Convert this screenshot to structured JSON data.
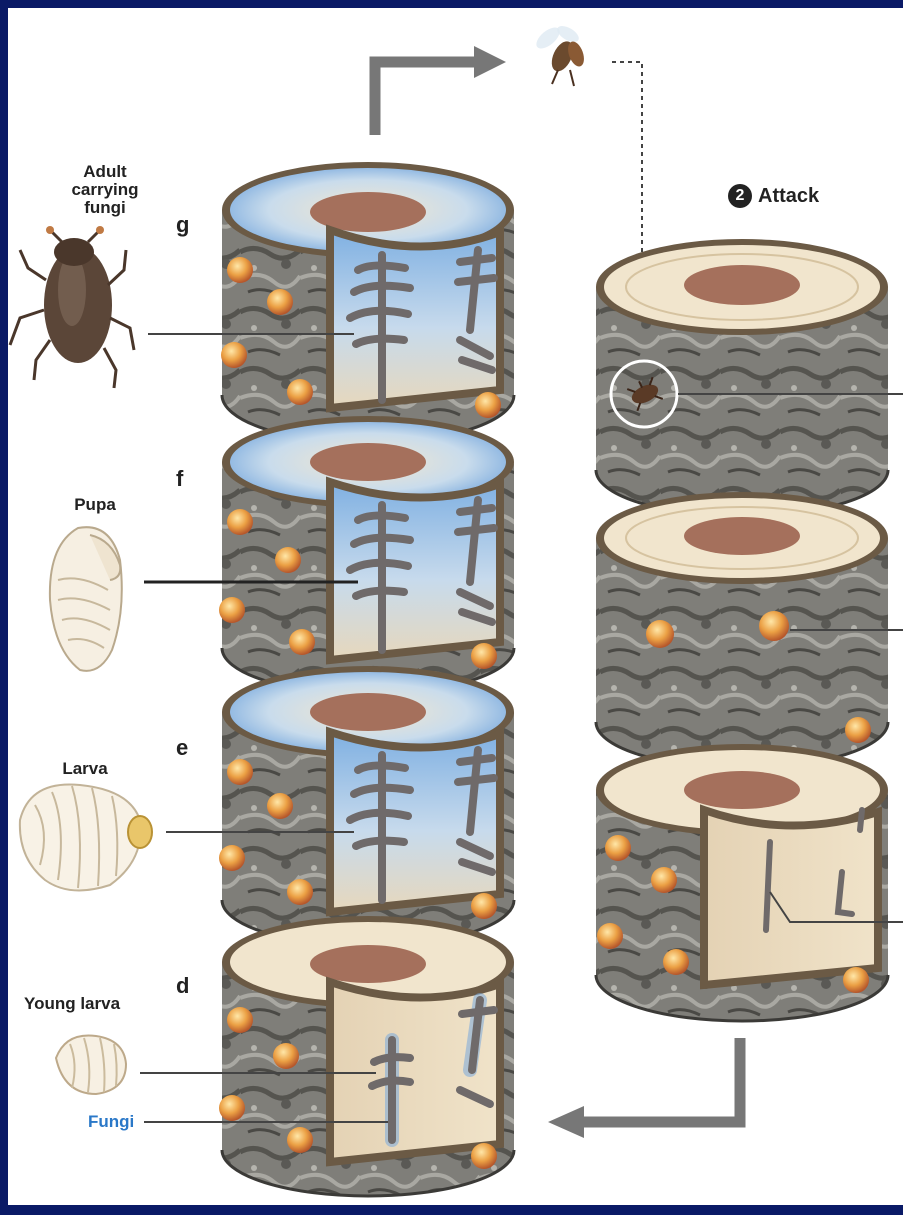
{
  "labels": {
    "adult": "Adult carrying fungi",
    "pupa": "Pupa",
    "larva": "Larva",
    "young_larva": "Young larva",
    "fungi": "Fungi",
    "attack_number": "2",
    "attack": "Attack",
    "stage_g": "g",
    "stage_f": "f",
    "stage_e": "e",
    "stage_d": "d"
  },
  "colors": {
    "frame": "#0a1a66",
    "bark": "#7d7c78",
    "bark_dark": "#4f4e4b",
    "wood": "#e9d9bd",
    "heartwood": "#a5705c",
    "fungi": "#6fa3dc",
    "gallery": "#6f5b4d",
    "resin": "#e8a347",
    "arrow": "#777777",
    "fungi_label": "#2a78c8"
  }
}
